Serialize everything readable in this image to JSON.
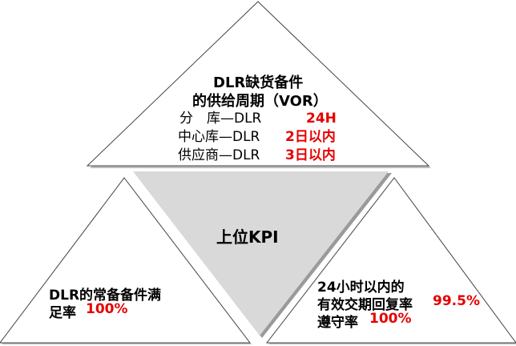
{
  "top": {
    "title_line1": "DLR缺货备件",
    "title_line2": "的供给周期（VOR）",
    "rows": [
      {
        "label": "分　库—DLR",
        "value": "24H"
      },
      {
        "label": "中心库—DLR",
        "value": "2日以内"
      },
      {
        "label": "供应商—DLR",
        "value": "3日以内"
      }
    ]
  },
  "center": {
    "label": "上位KPI"
  },
  "left": {
    "line1": "DLR的常备备件满",
    "line2_label": "足率",
    "line2_value": "100%"
  },
  "right": {
    "line1": "24小时以内的",
    "line2_label": "有效交期回复率",
    "line2_value": "99.5%",
    "line3_label": "遵守率",
    "line3_value": "100%"
  },
  "colors": {
    "highlight": "#e60000",
    "center_fill": "#d9d9d9"
  }
}
